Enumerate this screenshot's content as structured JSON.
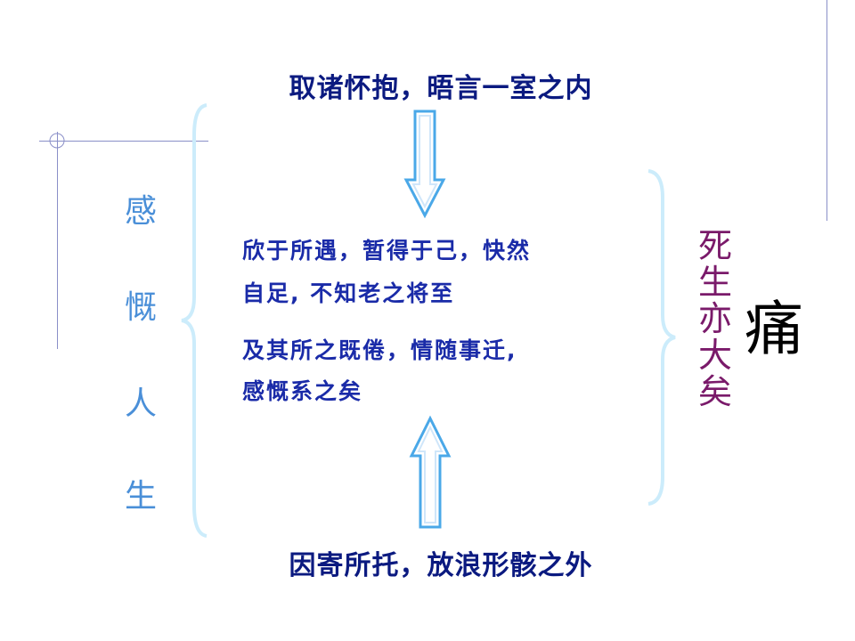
{
  "top_text": "取诸怀抱，晤言一室之内",
  "bottom_text": "因寄所托，放浪形骸之外",
  "middle_lines": [
    "欣于所遇，暂得于己，快然",
    "自足, 不知老之将至",
    "及其所之既倦，情随事迁,",
    "感慨系之矣"
  ],
  "left_chars": [
    "感",
    "慨",
    "人",
    "生"
  ],
  "right_chars": [
    "死",
    "生",
    "亦",
    "大",
    "矣"
  ],
  "pain_char": "痛",
  "colors": {
    "top_bottom_text": "#0b1a80",
    "middle_text": "#1a2ba8",
    "left_text": "#4a8fd8",
    "right_text": "#7a1a6a",
    "brace": "#ccecfb",
    "arrow_outline": "#4aa8e8"
  }
}
